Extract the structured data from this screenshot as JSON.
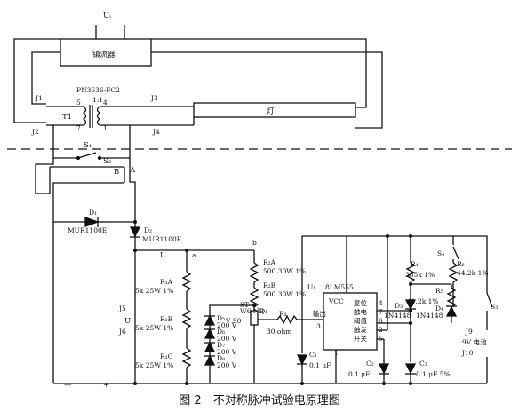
{
  "supply": {
    "label": "Uᵢ"
  },
  "ballast": {
    "label": "镇流器"
  },
  "lamp": {
    "label": "灯"
  },
  "transformer": {
    "part": "PN3636-FC2",
    "ratio": "1:1",
    "name": "T1",
    "pins": [
      "5",
      "4",
      "7",
      "1"
    ]
  },
  "jacks": {
    "j1": "J1",
    "j2": "J2",
    "j3": "J3",
    "j4": "J4",
    "j5": "J5",
    "j6": "J6",
    "j9": "J9",
    "j10": "J10"
  },
  "switches": {
    "s1": "S₁",
    "s2": "S₂",
    "s3": "S₃",
    "s4": "S₄"
  },
  "nodes": {
    "a_upper": "A",
    "b_upper": "B",
    "b_lower": "b",
    "a_lower": "a",
    "i": "I",
    "u": "U"
  },
  "diodes": {
    "d1": {
      "ref": "D₁",
      "part": "MUR1100E"
    },
    "d2": {
      "ref": "D₂",
      "part": "MUR1100E"
    },
    "d3": {
      "ref": "D₃",
      "part": "1N4148"
    },
    "d4": {
      "ref": "D₄",
      "part": "1N4148"
    },
    "zeners": [
      {
        "ref": "D₅",
        "value": "200 V"
      },
      {
        "ref": "D₆",
        "value": "200 V"
      },
      {
        "ref": "D₇",
        "value": "200 V"
      },
      {
        "ref": "D₈",
        "value": "200 V"
      }
    ]
  },
  "resistors": {
    "r1a": {
      "ref": "R₁A",
      "value": "5k 25W 1%"
    },
    "r1b": {
      "ref": "R₁B",
      "value": "5k 25W 1%"
    },
    "r1c": {
      "ref": "R₁C",
      "value": "5k 25W 1%"
    },
    "r2a": {
      "ref": "R₂A",
      "value": "500 30W 1%"
    },
    "r2b": {
      "ref": "R₂B",
      "value": "500 30W 1%"
    },
    "r3": {
      "ref": "R₃",
      "value": "30 ohm"
    },
    "r4": {
      "ref": "R₄",
      "value": "365k 1%"
    },
    "r5": {
      "ref": "R₅",
      "value": "41.2k 1%"
    },
    "r6": {
      "ref": "R₆",
      "value": "44.2k 1%"
    }
  },
  "capacitors": {
    "c1": {
      "ref": "C₁",
      "value": "0.1 μF"
    },
    "c2": {
      "ref": "C₂",
      "value": "0.1 μF"
    },
    "c3": {
      "ref": "C₃",
      "value": "0.1 μF 5%"
    }
  },
  "transistor": {
    "type": "W6 NB",
    "ref": "Q₁",
    "node": "ST",
    "vce": "V 90"
  },
  "ic": {
    "ref": "U₁",
    "part": "8LM555",
    "vcc": "VCC",
    "pins": [
      {
        "label": "复位",
        "num": "4"
      },
      {
        "label": "触电",
        "num": "7"
      },
      {
        "label": "阈值",
        "num": "6"
      },
      {
        "label": "触发",
        "num": "2"
      },
      {
        "label": "开关",
        "num": "5"
      }
    ],
    "out_label": "输出",
    "pin_out": "3",
    "pin_gnd": "1"
  },
  "battery": {
    "label": "9V 电池"
  },
  "caption": "图 2　不对称脉冲试验电原理图"
}
